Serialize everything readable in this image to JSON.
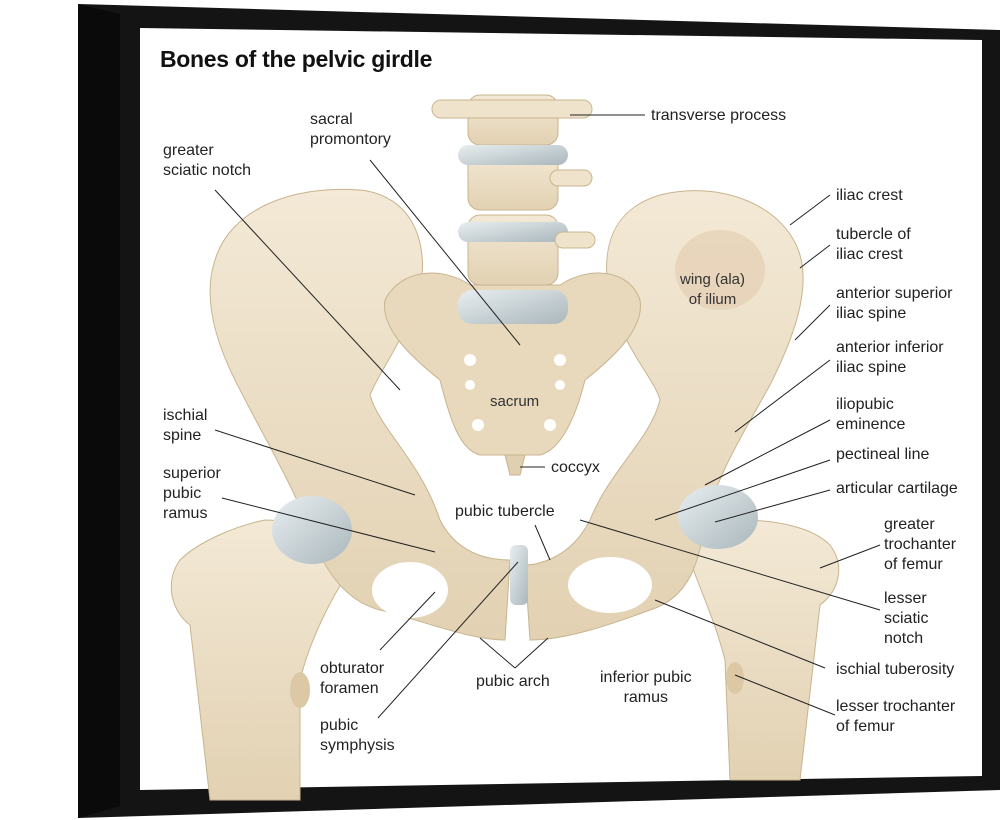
{
  "title": "Bones of the pelvic girdle",
  "colors": {
    "frame": "#141414",
    "canvas": "#ffffff",
    "bone": "#ecdfc6",
    "bone_shadow": "#d9c7a6",
    "cartilage": "#c9d3d6",
    "leader_line": "#222222"
  },
  "labels": {
    "transverse_process": "transverse process",
    "sacral_promontory": "sacral\npromontory",
    "greater_sciatic_notch": "greater\nsciatic notch",
    "iliac_crest": "iliac crest",
    "tubercle_of_iliac_crest": "tubercle of\niliac crest",
    "wing_of_ilium": "wing (ala)\nof ilium",
    "anterior_superior_iliac_spine": "anterior superior\niliac spine",
    "anterior_inferior_iliac_spine": "anterior inferior\niliac spine",
    "sacrum": "sacrum",
    "ischial_spine": "ischial\nspine",
    "iliopubic_eminence": "iliopubic\neminence",
    "pectineal_line": "pectineal line",
    "coccyx": "coccyx",
    "articular_cartilage": "articular cartilage",
    "superior_pubic_ramus": "superior\npubic\nramus",
    "pubic_tubercle": "pubic tubercle",
    "greater_trochanter": "greater\ntrochanter\nof femur",
    "lesser_sciatic_notch": "lesser\nsciatic\nnotch",
    "obturator_foramen": "obturator\nforamen",
    "pubic_arch": "pubic arch",
    "inferior_pubic_ramus": "inferior pubic\nramus",
    "ischial_tuberosity": "ischial tuberosity",
    "lesser_trochanter": "lesser trochanter\nof femur",
    "pubic_symphysis": "pubic\nsymphysis"
  }
}
